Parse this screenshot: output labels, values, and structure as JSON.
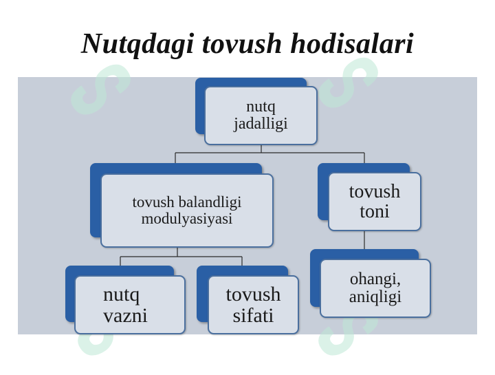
{
  "slide": {
    "title": "Nutqdagi tovush hodisalari"
  },
  "diagram": {
    "root": "nutq jadalligi",
    "pitch": "tovush balandligi modulyasiyasi",
    "tone": "tovush toni",
    "tempo": "nutq vazni",
    "quality": "tovush sifati",
    "clarity": "ohangi, aniqligi"
  },
  "colors": {
    "panel": "#c7ced9",
    "node_back": "#2a5fa5",
    "node_front": "#d9dfe8"
  }
}
